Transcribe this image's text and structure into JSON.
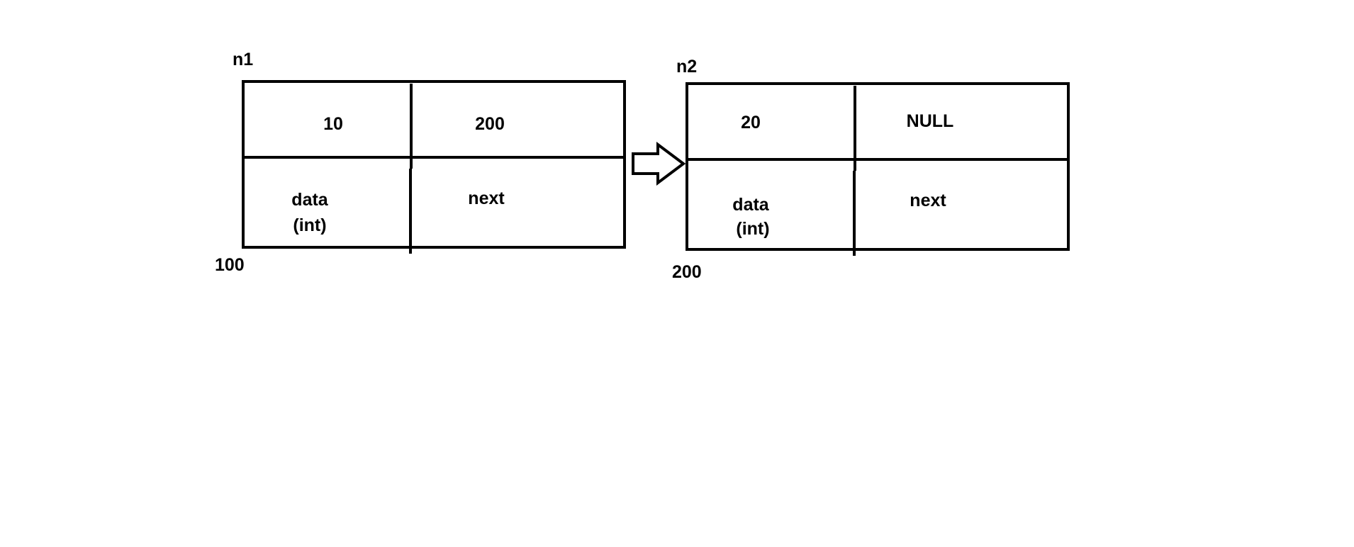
{
  "nodes": [
    {
      "name": "n1",
      "address": "100",
      "data_value": "10",
      "next_value": "200",
      "data_label": "data",
      "data_type": "(int)",
      "next_label": "next"
    },
    {
      "name": "n2",
      "address": "200",
      "data_value": "20",
      "next_value": "NULL",
      "data_label": "data",
      "data_type": "(int)",
      "next_label": "next"
    }
  ],
  "colors": {
    "line": "#000000",
    "background": "#ffffff"
  },
  "icons": {
    "link": "right-arrow-icon"
  }
}
